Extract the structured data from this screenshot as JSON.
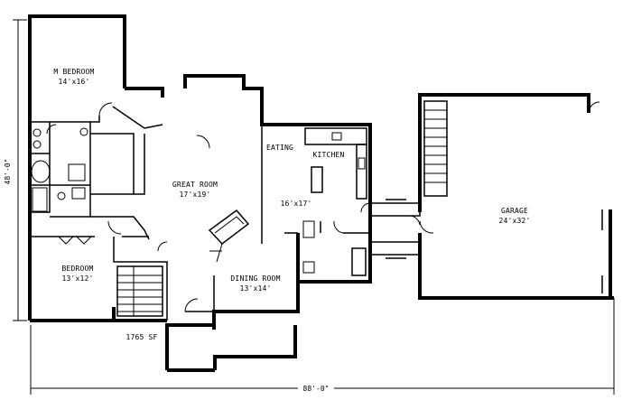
{
  "rooms": {
    "master_bedroom": {
      "name": "M BEDROOM",
      "size": "14'x16'"
    },
    "great_room": {
      "name": "GREAT ROOM",
      "size": "17'x19'"
    },
    "eating": {
      "name": "EATING"
    },
    "kitchen": {
      "name": "KITCHEN",
      "size": "16'x17'"
    },
    "bedroom": {
      "name": "BEDROOM",
      "size": "13'x12'"
    },
    "dining_room": {
      "name": "DINING ROOM",
      "size": "13'x14'"
    },
    "garage": {
      "name": "GARAGE",
      "size": "24'x32'"
    }
  },
  "area_label": "1765 SF",
  "dimensions": {
    "width": "88'-0\"",
    "depth": "48'-0\""
  }
}
